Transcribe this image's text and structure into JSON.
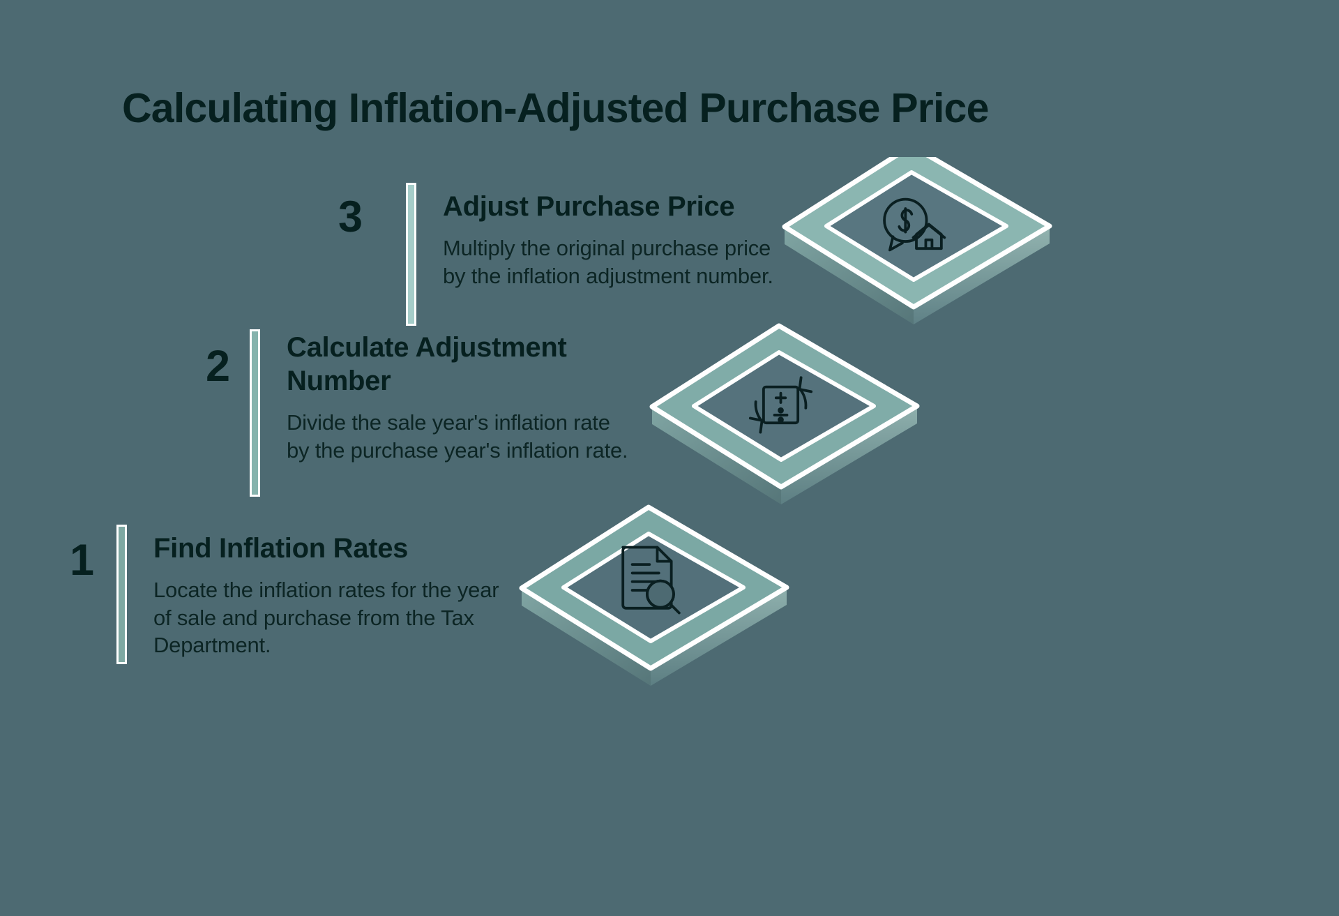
{
  "page": {
    "title": "Calculating Inflation-Adjusted Purchase Price",
    "background_color": "#4d6a72",
    "text_color": "#06201f",
    "accent_color": "#a5cdc9"
  },
  "steps": [
    {
      "number": "1",
      "title": "Find Inflation Rates",
      "description": "Locate the inflation rates for the year of sale and purchase from the Tax Department.",
      "icon": "document-search-icon",
      "bar_color": "#7ea8a2"
    },
    {
      "number": "2",
      "title": "Calculate Adjustment Number",
      "description": "Divide the sale year's inflation rate by the purchase year's inflation rate.",
      "icon": "divide-refresh-icon",
      "bar_color": "#86b3ad"
    },
    {
      "number": "3",
      "title": "Adjust Purchase Price",
      "description": "Multiply the original purchase price by the inflation adjustment number.",
      "icon": "dollar-house-icon",
      "bar_color": "#a5cdc9"
    }
  ]
}
